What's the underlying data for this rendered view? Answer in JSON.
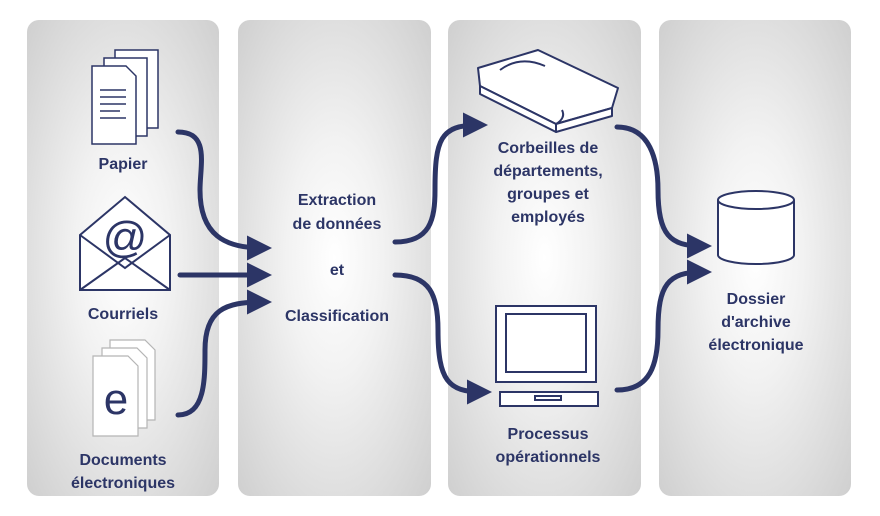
{
  "inputs": {
    "paper_label": "Papier",
    "email_label": "Courriels",
    "documents_label_line1": "Documents",
    "documents_label_line2": "électroniques"
  },
  "process": {
    "line1": "Extraction",
    "line2": "de données",
    "line3": "et",
    "line4": "Classification"
  },
  "destinations": {
    "trays_line1": "Corbeilles de",
    "trays_line2": "départements,",
    "trays_line3": "groupes et",
    "trays_line4": "employés",
    "processes_line1": "Processus",
    "processes_line2": "opérationnels"
  },
  "archive": {
    "line1": "Dossier",
    "line2": "d'archive",
    "line3": "électronique"
  },
  "icons": {
    "email_symbol": "@",
    "document_letter": "e"
  },
  "colors": {
    "arrow": "#2c3566",
    "text": "#2c3566",
    "icon_stroke": "#2c3566"
  }
}
